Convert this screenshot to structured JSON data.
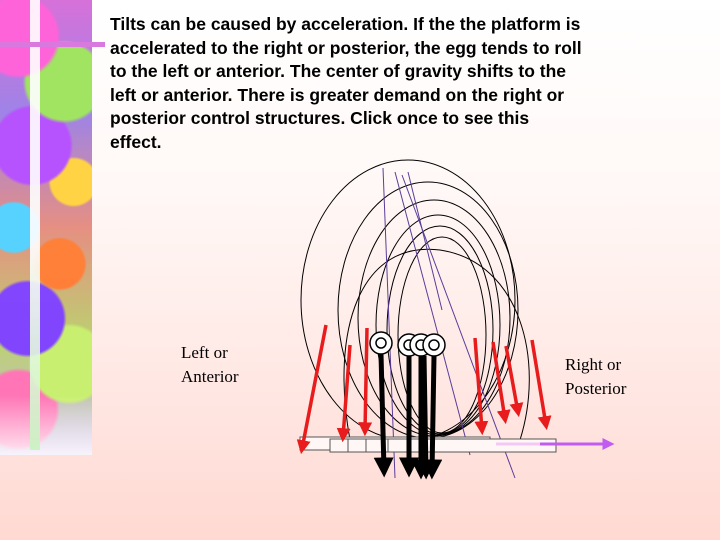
{
  "slide": {
    "body_text": "Tilts can be caused by acceleration. If the the platform is\naccelerated to the right or posterior, the egg tends to roll\nto the left or anterior.  The center of gravity shifts to the\nleft or anterior. There is greater demand on the right or\nposterior control structures.     Click once to see this\neffect.",
    "left_label": "Left or\nAnterior",
    "right_label": "Right or\nPosterior"
  },
  "colors": {
    "force_arrow": "#e81c1c",
    "gravity_arrow": "#000000",
    "acceleration_arrow": "#c05cf0",
    "accent_strip": "#d979e0"
  }
}
